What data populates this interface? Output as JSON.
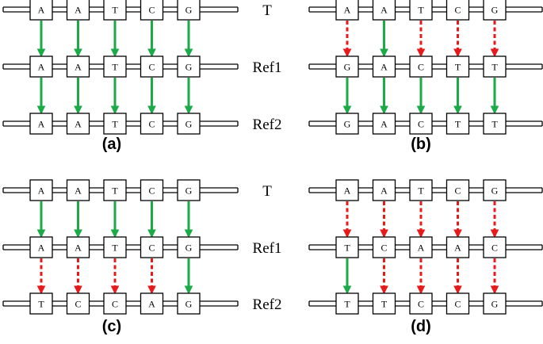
{
  "colors": {
    "match": "#1aab47",
    "mismatch": "#e8191b",
    "line": "#000000"
  },
  "row_labels": [
    "T",
    "Ref1",
    "Ref2"
  ],
  "panels": [
    {
      "label": "(a)",
      "rows": [
        [
          "A",
          "A",
          "T",
          "C",
          "G"
        ],
        [
          "A",
          "A",
          "T",
          "C",
          "G"
        ],
        [
          "A",
          "A",
          "T",
          "C",
          "G"
        ]
      ],
      "links": [
        [
          "match",
          "match",
          "match",
          "match",
          "match"
        ],
        [
          "match",
          "match",
          "match",
          "match",
          "match"
        ]
      ]
    },
    {
      "label": "(b)",
      "rows": [
        [
          "A",
          "A",
          "T",
          "C",
          "G"
        ],
        [
          "G",
          "A",
          "C",
          "T",
          "T"
        ],
        [
          "G",
          "A",
          "C",
          "T",
          "T"
        ]
      ],
      "links": [
        [
          "mismatch",
          "match",
          "mismatch",
          "mismatch",
          "mismatch"
        ],
        [
          "match",
          "match",
          "match",
          "match",
          "match"
        ]
      ]
    },
    {
      "label": "(c)",
      "rows": [
        [
          "A",
          "A",
          "T",
          "C",
          "G"
        ],
        [
          "A",
          "A",
          "T",
          "C",
          "G"
        ],
        [
          "T",
          "C",
          "C",
          "A",
          "G"
        ]
      ],
      "links": [
        [
          "match",
          "match",
          "match",
          "match",
          "match"
        ],
        [
          "mismatch",
          "mismatch",
          "mismatch",
          "mismatch",
          "match"
        ]
      ]
    },
    {
      "label": "(d)",
      "rows": [
        [
          "A",
          "A",
          "T",
          "C",
          "G"
        ],
        [
          "T",
          "C",
          "A",
          "A",
          "C"
        ],
        [
          "T",
          "T",
          "C",
          "C",
          "G"
        ]
      ],
      "links": [
        [
          "mismatch",
          "mismatch",
          "mismatch",
          "mismatch",
          "mismatch"
        ],
        [
          "match",
          "mismatch",
          "mismatch",
          "mismatch",
          "mismatch"
        ]
      ]
    }
  ]
}
